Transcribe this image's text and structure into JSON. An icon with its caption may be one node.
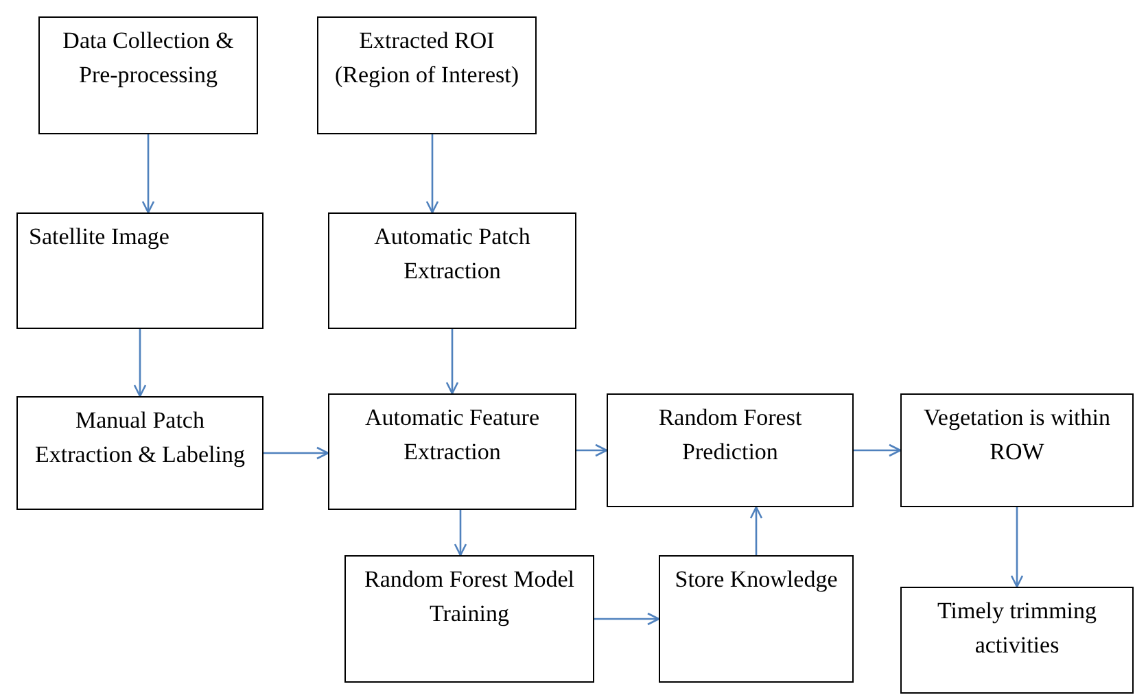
{
  "diagram": {
    "nodes": [
      {
        "text": [
          "Data Collection & Pre-processing"
        ]
      },
      {
        "text": [
          "Extracted ROI (Region of Interest)"
        ]
      },
      {
        "text": [
          "Satellite Image"
        ]
      },
      {
        "text": [
          "Automatic Patch Extraction"
        ]
      },
      {
        "text": [
          "Manual Patch Extraction & Labeling"
        ]
      },
      {
        "text": [
          "Automatic Feature Extraction"
        ]
      },
      {
        "text": [
          "Random Forest Prediction"
        ]
      },
      {
        "text": [
          "Vegetation is within ROW"
        ]
      },
      {
        "text": [
          "Random Forest Model Training"
        ]
      },
      {
        "text": [
          "Store Knowledge"
        ]
      },
      {
        "text": [
          "Timely trimming activities"
        ]
      }
    ],
    "edges": [
      {
        "from": 0,
        "to": 2,
        "arrow": "to"
      },
      {
        "from": 2,
        "to": 4,
        "arrow": "to"
      },
      {
        "from": 1,
        "to": 3,
        "arrow": "to"
      },
      {
        "from": 3,
        "to": 5,
        "arrow": "to"
      },
      {
        "from": 4,
        "to": 5,
        "arrow": "to"
      },
      {
        "from": 5,
        "to": 6,
        "arrow": "to"
      },
      {
        "from": 6,
        "to": 7,
        "arrow": "to"
      },
      {
        "from": 5,
        "to": 8,
        "arrow": "to"
      },
      {
        "from": 8,
        "to": 9,
        "arrow": "to"
      },
      {
        "from": 9,
        "to": 6,
        "arrow": "to"
      },
      {
        "from": 7,
        "to": 10,
        "arrow": "to"
      }
    ]
  }
}
